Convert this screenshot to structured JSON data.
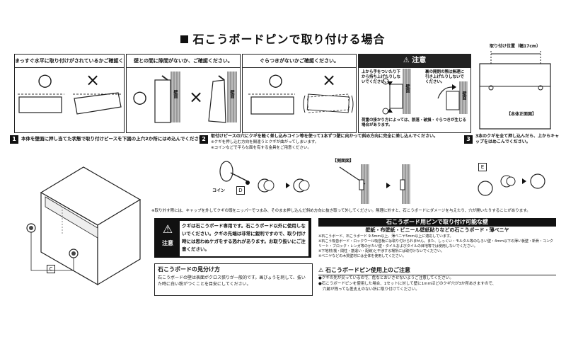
{
  "title": "石こうボードピンで取り付ける場合",
  "panels": {
    "p1": {
      "header": "まっすぐ水平に取り付けがされているかご確認ください。",
      "ok": "○",
      "ng": "×"
    },
    "p2": {
      "header": "壁との間に隙間がないか、ご確認ください。",
      "ok": "○",
      "ng": "×",
      "wall1": "壁面",
      "wall2": "壁面"
    },
    "p3": {
      "header": "ぐらつきがないかご確認ください。",
      "ok": "○",
      "ng": "×"
    },
    "p4": {
      "header": "注意",
      "note1": "上から手をついたり下から持ち上げたりしないでください。",
      "note2": "裏の開閉の際は無理に引き上げたりしないでください。",
      "note3": "荷重の掛かり方によっては、脱落・破損・ぐらつきが生じる場合があります。",
      "wall1": "壁面",
      "wall2": "壁面"
    },
    "p5": {
      "header": "取り付け位置（幅17cm）",
      "caption": "【本体正面図】"
    }
  },
  "steps": [
    {
      "num": "1",
      "text": "本体を壁面に押し当てた状態で取り付けピースを下図の上穴2か所にはめ込んでください。"
    },
    {
      "num": "2",
      "text": "取付けピースの穴にクギを軽く差し込みコイン等を使って1本ずつ壁に向かって斜め方向に完全に差し込んでください。",
      "sub1": "※クギを押し込む方向を間違うとクギが曲がってしまいます。",
      "sub2": "※コインなどで平らな面を有する金具をご用意ください。"
    },
    {
      "num": "3",
      "text": "3本のクギを全て押し込んだら、上からキャップをはめこんでください。"
    }
  ],
  "labels": {
    "coin": "コイン",
    "d": "D",
    "e": "E",
    "c": "C",
    "side_view": "【側面図】"
  },
  "removal_note": "※取り外す際には、キャップを外してクギの頭をニッパーでつまみ、そのまま押し込んだ斜め方向に抜き取って外してください。無理に外すと、石こうボードにダメージを与えたり、穴が開いたりすることがあります。",
  "caution": {
    "label": "注意",
    "line1": "クギは石こうボード専用です。石こうボード以外に使用しないでください。クギの先端は非常に鋭利ですので、取り付け時には思わぬケガをする恐れがあります。お取り扱いにご注意ください。"
  },
  "board_check": {
    "title": "石こうボードの見分け方",
    "text": "石こうボードの壁は表面がクロス張りが一般的です。画びょうを刺して、抜いた時に白い粉がつくことを目安にしてください。"
  },
  "compatible": {
    "title": "石こうボード用ピンで取り付け可能な壁",
    "subtitle": "壁紙・布壁紙・ビニール壁紙貼りなどの石こうボード・薄ベニヤ",
    "notes": [
      "※石こうボード、石こうボード 9.5mm以上、薄ベニヤ5mm以上に適応しています。",
      "※石こう吸音ボード・ロックウール吸音板には取り付けられません。また、しっくい・モルタル等のもろい壁・4mm以下の薄い板壁・新骨・コンクリート・ブロック・レンガ等のかたい壁・タイルおよびタイルの目地等では使用しないでください。",
      "※下地材(桟・間柱・筋違い・配線)と干渉する場所には取付けないでください。",
      "※ベニヤなどの木質壁材には全体を使用してください。"
    ]
  },
  "usage": {
    "title": "石こうボードピン使用上のご注意",
    "notes": [
      "●クギの先が尖っているので、危なとおいさせないようご注意してください。",
      "●石こうボードピンを使用した場合、1セットに対して壁に1mmほどのクギ穴が3か所あきますので、",
      "穴跡が残っても差支えのない所に取り付けてください。"
    ]
  }
}
